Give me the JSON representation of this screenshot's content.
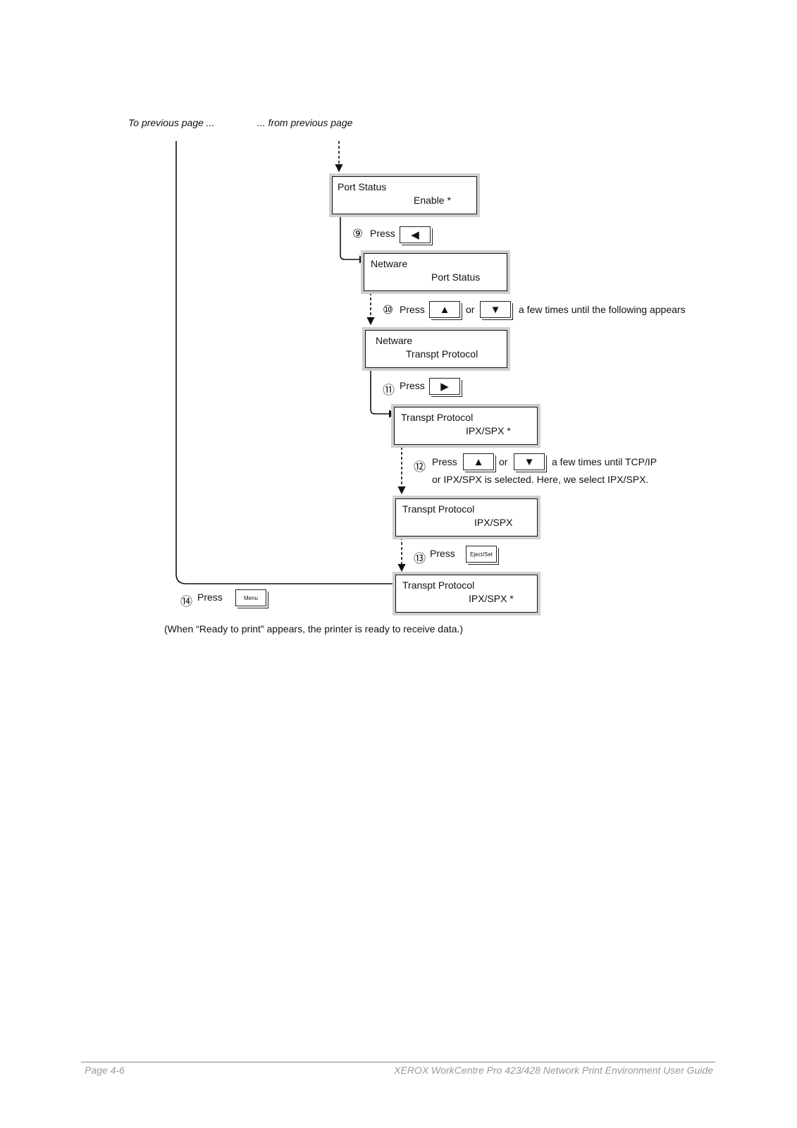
{
  "header": {
    "to_previous": "To previous page ...",
    "from_previous": "... from previous page"
  },
  "screens": [
    {
      "line1": "Port Status",
      "line2": "Enable *"
    },
    {
      "line1": "Netware",
      "line2": "Port Status"
    },
    {
      "line1": "Netware",
      "line2": "Transpt Protocol"
    },
    {
      "line1": "Transpt Protocol",
      "line2": "IPX/SPX *"
    },
    {
      "line1": "Transpt Protocol",
      "line2": "IPX/SPX"
    },
    {
      "line1": "Transpt Protocol",
      "line2": "IPX/SPX *"
    }
  ],
  "steps": {
    "s9": {
      "num": "⑨",
      "press": "Press",
      "key": "◀"
    },
    "s10": {
      "num": "⑩",
      "press": "Press",
      "key1": "▲",
      "or": "or",
      "key2": "▼",
      "after": "a few times until the following appears"
    },
    "s11": {
      "num": "⑪",
      "press": "Press",
      "key": "▶"
    },
    "s12": {
      "num": "⑫",
      "press": "Press",
      "key1": "▲",
      "or": "or",
      "key2": "▼",
      "after": "a few times until TCP/IP",
      "line2": "or IPX/SPX is selected. Here, we select IPX/SPX."
    },
    "s13": {
      "num": "⑬",
      "press": "Press",
      "key": "Eject/Set"
    },
    "s14": {
      "num": "⑭",
      "press": "Press",
      "key": "Menu"
    }
  },
  "note": "(When “Ready to print” appears, the printer is ready to receive data.)",
  "footer": {
    "page": "Page 4-6",
    "title": "XEROX WorkCentre Pro 423/428 Network Print Environment User Guide"
  }
}
